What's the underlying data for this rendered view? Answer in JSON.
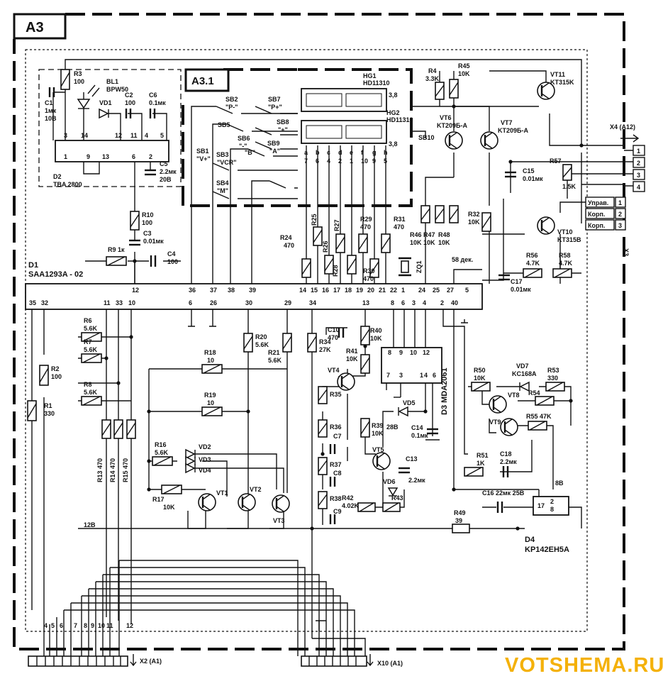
{
  "blocks": {
    "main": "А3",
    "sub": "А3.1"
  },
  "chips": {
    "d1": {
      "name": "D1",
      "part": "SAA1293A - 02"
    },
    "d2": {
      "name": "D2",
      "part": "TBA 2800"
    },
    "d3": {
      "label": "D3 MDA2061",
      "pins_top": [
        "8",
        "9",
        "10",
        "12"
      ],
      "pins_bot": [
        "7",
        "3",
        "1",
        "4",
        "6"
      ]
    },
    "d4": {
      "name": "D4",
      "part": "KP142EH5A",
      "pins": [
        "17",
        "2",
        "8"
      ]
    },
    "hg1": {
      "name": "HG1",
      "part": "HD11310"
    },
    "hg2": {
      "name": "HG2",
      "part": "HD11310"
    }
  },
  "d1_pins": [
    "35",
    "32",
    "11",
    "33",
    "10",
    "12",
    "6",
    "26",
    "36",
    "37",
    "38",
    "39",
    "30",
    "29",
    "34",
    "13",
    "14",
    "15",
    "16",
    "17",
    "18",
    "19",
    "20",
    "21",
    "22",
    "1",
    "24",
    "25",
    "27",
    "5",
    "8",
    "6",
    "3",
    "4",
    "2",
    "40"
  ],
  "d2_pins": [
    "3",
    "14",
    "12",
    "11",
    "4",
    "5",
    "1",
    "9",
    "13",
    "6",
    "2"
  ],
  "seg_letters": [
    "a",
    "b",
    "c",
    "d",
    "e",
    "f",
    "g",
    "h"
  ],
  "seg_pins": [
    "7",
    "6",
    "4",
    "2",
    "1",
    "10",
    "9",
    "5"
  ],
  "seg_marks": [
    "3,8",
    "3,8"
  ],
  "resistors": {
    "r1": "R1",
    "r1v": "330",
    "r2": "R2",
    "r2v": "100",
    "r3": "R3",
    "r3v": "100",
    "r4": "R4",
    "r4v": "3.3K",
    "r45": "R45",
    "r45v": "10K",
    "r6": "R6",
    "r6v": "5.6K",
    "r7": "R7",
    "r7v": "5.6K",
    "r8": "R8",
    "r8v": "5.6K",
    "r9": "R9 1к",
    "r10": "R10",
    "r10v": "100",
    "r13": "R13 470",
    "r14": "R14 470",
    "r15": "R15 470",
    "r16": "R16",
    "r16v": "5.6K",
    "r17": "R17",
    "r17v": "10K",
    "r18": "R18",
    "r18v": "10",
    "r19": "R19",
    "r19v": "10",
    "r20": "R20",
    "r20v": "5.6K",
    "r21": "R21",
    "r21v": "5.6K",
    "r24": "R24",
    "r24v": "470",
    "r25": "R25",
    "r26": "R26",
    "r27": "R27",
    "r28": "R28",
    "r29": "R29",
    "r29v": "470",
    "r30": "R30",
    "r30v": "470",
    "r31": "R31",
    "r31v": "470",
    "r32": "R32",
    "r32v": "10K",
    "r34": "R34",
    "r34v": "27K",
    "r35": "R35",
    "r36": "R36",
    "r37": "R37",
    "r38": "R38",
    "r39": "R39",
    "r39v": "10K",
    "r40": "R40",
    "r40v": "10K",
    "r41": "R41",
    "r41v": "10K",
    "r42": "R42",
    "r42v": "4.02K",
    "r43": "R43",
    "r46": "R46",
    "r46v": "10K",
    "r47": "R47",
    "r47v": "10K",
    "r48": "R48",
    "r48v": "10K",
    "r49": "R49",
    "r49v": "39",
    "r50": "R50",
    "r50v": "10K",
    "r51": "R51",
    "r51v": "1K",
    "r53": "R53",
    "r53v": "330",
    "r54": "R54",
    "r55": "R55 47K",
    "r56": "R56",
    "r56v": "4.7K",
    "r57": "R57",
    "r57v": "1.5K",
    "r58": "R58",
    "r58v": "4.7K"
  },
  "capacitors": {
    "c1": "C1",
    "c1v": "1мк",
    "c1v2": "10В",
    "c2": "C2",
    "c2v": "100",
    "c3": "C3",
    "c3v": "0.01мк",
    "c4": "C4",
    "c4v": "100",
    "c5": "C5",
    "c5v": "2.2мк",
    "c5v2": "20В",
    "c6": "C6",
    "c6v": "0.1мк",
    "c7": "C7",
    "c8": "C8",
    "c9": "C9",
    "c10": "C10",
    "c10v": "470",
    "c13": "C13",
    "c13v": "2.2мк",
    "c14": "C14",
    "c14v": "0.1мк",
    "c15": "C15",
    "c15v": "0.01мк",
    "c16": "C16 22мк 25В",
    "c17": "C17",
    "c17v": "0.01мк",
    "c18": "C18",
    "c18v": "2.2мк",
    "zq1": "ZQ1"
  },
  "diodes": {
    "bl1": "BL1",
    "bl1p": "BPW50",
    "vd1": "VD1",
    "vd2": "VD2",
    "vd3": "VD3",
    "vd4": "VD4",
    "vd5": "VD5",
    "vd6": "VD6",
    "vd7": "VD7",
    "vd7p": "KC168A"
  },
  "transistors": {
    "vt1": "VT1",
    "vt2": "VT2",
    "vt3": "VT3",
    "vt4": "VT4",
    "vt5": "VT5",
    "vt6": "VT6",
    "vt6p": "KT209Б-А",
    "vt7": "VT7",
    "vt7p": "KT209Б-А",
    "vt8": "VT8",
    "vt9": "VT9",
    "vt10": "VT10",
    "vt10p": "KT315B",
    "vt11": "VT11",
    "vt11p": "KT315K"
  },
  "switches": [
    "SB1",
    "SB2",
    "SB3",
    "SB4",
    "SB5",
    "SB6",
    "SB7",
    "SB8",
    "SB9",
    "SB10"
  ],
  "switch_marks": [
    "\"P-\"",
    "\"P+\"",
    "\"V+\"",
    "\"VCR\"",
    "\"M\"",
    "\"-\"",
    "\"+\"",
    "\"B\"",
    "\"A\""
  ],
  "voltages": {
    "v12": "12В",
    "v28": "28В",
    "v8": "8В",
    "v58": "58 дек."
  },
  "connectors": {
    "x4": "X4 (A12)",
    "x4_pins": [
      "1",
      "2",
      "3",
      "4"
    ],
    "x3": "X3",
    "x3_labels": [
      "Управ.",
      "Корп.",
      "Корп."
    ],
    "x3_pins": [
      "1",
      "2",
      "3"
    ],
    "x2": "X2 (A1)",
    "x2_pins": [
      "4",
      "5",
      "6",
      "7",
      "8",
      "9",
      "10",
      "11",
      "12"
    ],
    "x10": "X10 (A1)"
  },
  "watermark": "VOTSHEMA.RU"
}
